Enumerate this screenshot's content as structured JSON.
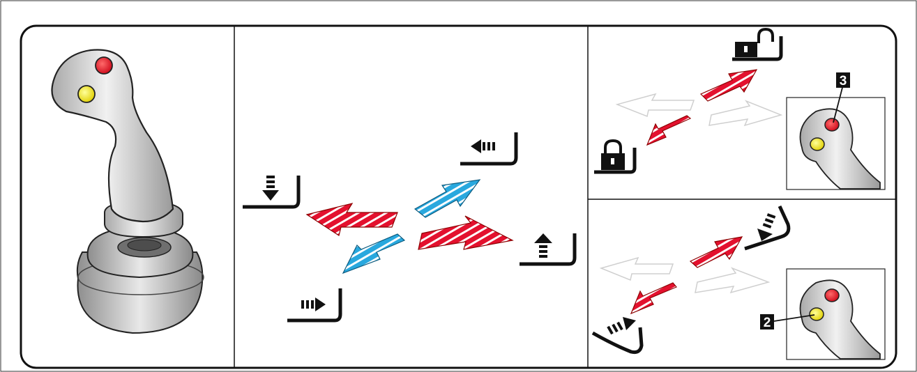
{
  "panels": {
    "joystick": {
      "icon": "joystick-icon"
    },
    "boom_controls": {
      "arrows": [
        {
          "id": "left-arrow",
          "color": "#e3112e"
        },
        {
          "id": "right-arrow",
          "color": "#e3112e"
        },
        {
          "id": "up-right-arrow",
          "color": "#29a8de"
        },
        {
          "id": "down-left-arrow",
          "color": "#29a8de"
        }
      ],
      "icons": [
        "boom-lower-icon",
        "telescope-retract-icon",
        "telescope-extend-icon",
        "boom-raise-icon"
      ]
    },
    "lock_controls": {
      "callout_label": "3",
      "icons": [
        "unlock-icon",
        "lock-icon"
      ],
      "highlight_button_color": "#e3112e"
    },
    "tilt_controls": {
      "callout_label": "2",
      "icons": [
        "tilt-down-icon",
        "tilt-up-icon"
      ],
      "highlight_button_color": "#f2e316"
    }
  },
  "colors": {
    "red": "#e3112e",
    "blue": "#29a8de",
    "yellow": "#f2e316",
    "outline": "#1a1a1a"
  }
}
